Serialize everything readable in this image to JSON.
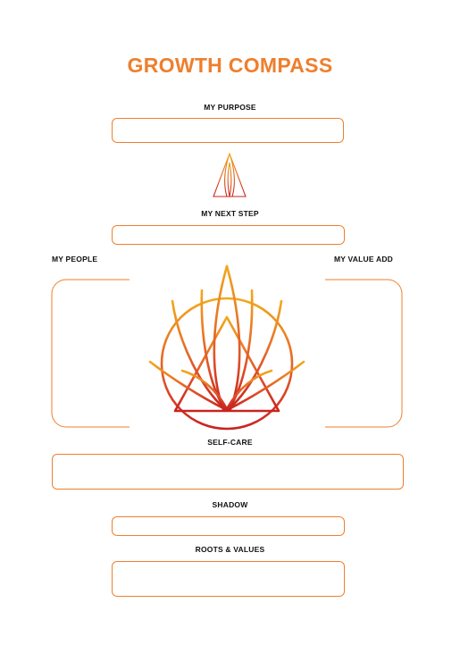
{
  "title": "GROWTH COMPASS",
  "labels": {
    "purpose": "MY PURPOSE",
    "next_step": "MY NEXT STEP",
    "people": "MY PEOPLE",
    "value_add": "MY VALUE ADD",
    "self_care": "SELF-CARE",
    "shadow": "SHADOW",
    "roots_values": "ROOTS & VALUES"
  },
  "colors": {
    "accent": "#EE7F2D",
    "box_border": "#EE7F2D",
    "logo_gold": "#F2A81D",
    "logo_red": "#C8241F"
  }
}
